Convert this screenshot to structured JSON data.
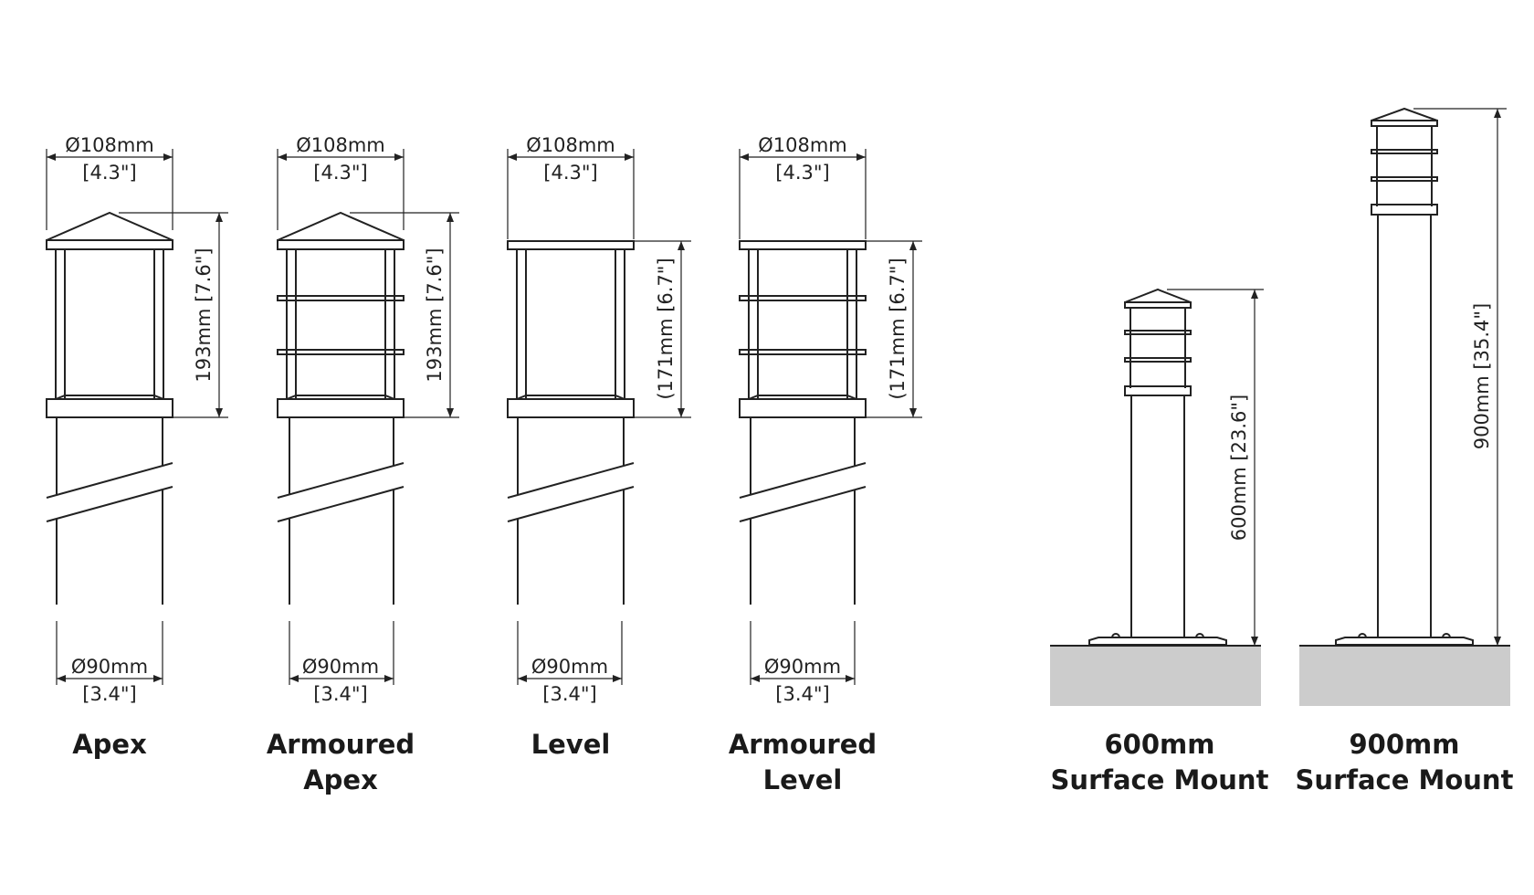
{
  "products": [
    {
      "id": "apex",
      "label_lines": [
        "Apex"
      ],
      "top_dia_mm": "Ø108mm",
      "top_dia_in": "[4.3\"]",
      "height": "193mm [7.6\"]",
      "bottom_dia_mm": "Ø90mm",
      "bottom_dia_in": "[3.4\"]"
    },
    {
      "id": "armoured-apex",
      "label_lines": [
        "Armoured",
        "Apex"
      ],
      "top_dia_mm": "Ø108mm",
      "top_dia_in": "[4.3\"]",
      "height": "193mm [7.6\"]",
      "bottom_dia_mm": "Ø90mm",
      "bottom_dia_in": "[3.4\"]"
    },
    {
      "id": "level",
      "label_lines": [
        "Level"
      ],
      "top_dia_mm": "Ø108mm",
      "top_dia_in": "[4.3\"]",
      "height": "(171mm [6.7\"]",
      "bottom_dia_mm": "Ø90mm",
      "bottom_dia_in": "[3.4\"]"
    },
    {
      "id": "armoured-level",
      "label_lines": [
        "Armoured",
        "Level"
      ],
      "top_dia_mm": "Ø108mm",
      "top_dia_in": "[4.3\"]",
      "height": "(171mm [6.7\"]",
      "bottom_dia_mm": "Ø90mm",
      "bottom_dia_in": "[3.4\"]"
    }
  ],
  "surface_mounts": [
    {
      "id": "600",
      "label_lines": [
        "600mm",
        "Surface Mount"
      ],
      "height": "600mm [23.6\"]"
    },
    {
      "id": "900",
      "label_lines": [
        "900mm",
        "Surface Mount"
      ],
      "height": "900mm [35.4\"]"
    }
  ],
  "colors": {
    "line": "#222222",
    "ground": "#cccccc",
    "text": "#1a1a1a"
  }
}
